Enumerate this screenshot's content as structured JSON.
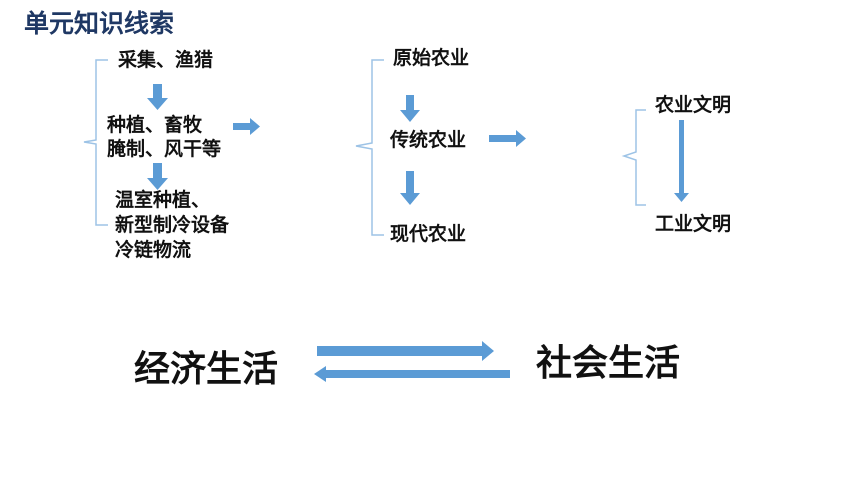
{
  "title": "单元知识线索",
  "col1": {
    "item1": "采集、渔猎",
    "item2_line1": "种植、畜牧",
    "item2_line2": "腌制、风干等",
    "item3_line1": "温室种植、",
    "item3_line2": "新型制冷设备",
    "item3_line3": "冷链物流"
  },
  "col2": {
    "item1": "原始农业",
    "item2": "传统农业",
    "item3": "现代农业"
  },
  "col3": {
    "item1": "农业文明",
    "item2": "工业文明"
  },
  "bottom": {
    "left": "经济生活",
    "right": "社会生活"
  },
  "colors": {
    "title": "#1f3864",
    "arrow": "#5b9bd5",
    "bracket": "#9dc3e6"
  }
}
